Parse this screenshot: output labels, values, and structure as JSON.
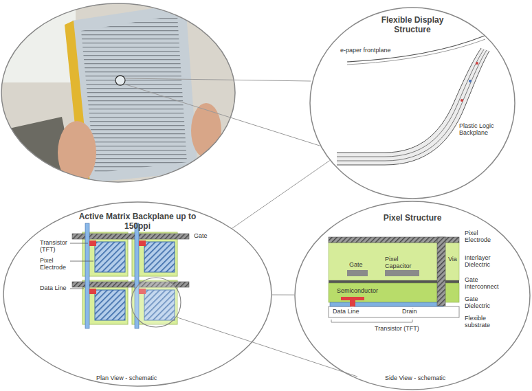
{
  "diagram": {
    "nodes": [
      {
        "text": [
          "Flexible Display Structure"
        ]
      },
      {
        "text": [
          "Active Matrix Backplane up to 150ppi"
        ]
      },
      {
        "text": [
          "Pixel Structure"
        ]
      }
    ],
    "edges": [
      {
        "from": 0,
        "to": 1,
        "arrow": "none"
      },
      {
        "from": 1,
        "to": 2,
        "arrow": "none"
      }
    ],
    "labels": [
      "e-paper frontplane",
      "Plastic Logic Backplane",
      "Transistor (TFT)",
      "Pixel Electrode",
      "Data Line",
      "Gate",
      "Plan View - schematic",
      "Pixel Electrode",
      "Gate",
      "Pixel Capacitor",
      "Via",
      "Interlayer Dielectric",
      "Gate Interconnect",
      "Semiconductor",
      "Gate Dielectric",
      "Drain",
      "Data Line",
      "Flexible substrate",
      "Transistor (TFT)",
      "Side View - schematic"
    ]
  }
}
